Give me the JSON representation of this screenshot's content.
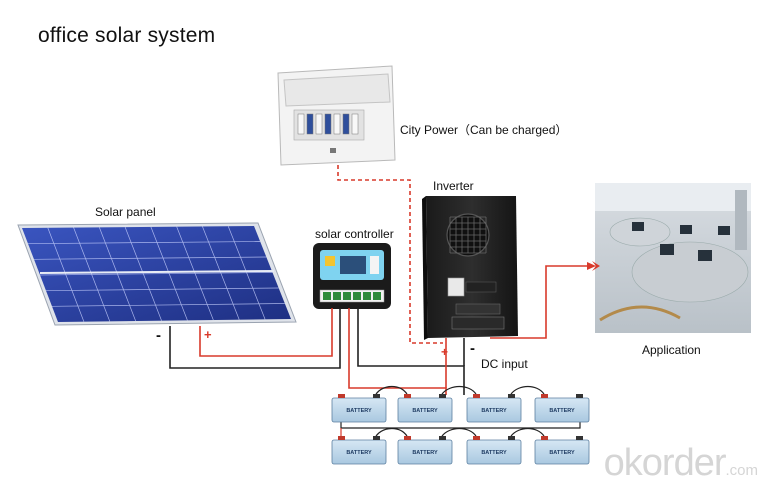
{
  "title": "office solar system",
  "labels": {
    "city_power": "City Power（Can be charged）",
    "inverter": "Inverter",
    "solar_panel": "Solar panel",
    "solar_controller": "solar controller",
    "application": "Application",
    "dc_input": "DC input",
    "minus_panel": "-",
    "plus_panel": "+",
    "plus_inverter": "+",
    "minus_inverter": "-"
  },
  "batteries": {
    "label": "BATTERY",
    "count": 8
  },
  "watermark": {
    "brand": "okorder",
    "suffix": ".com"
  },
  "colors": {
    "wire_positive": "#d93a2b",
    "wire_negative": "#222222",
    "battery_body": "#bcd6ea",
    "panel_blue": "#2b3f9e"
  }
}
